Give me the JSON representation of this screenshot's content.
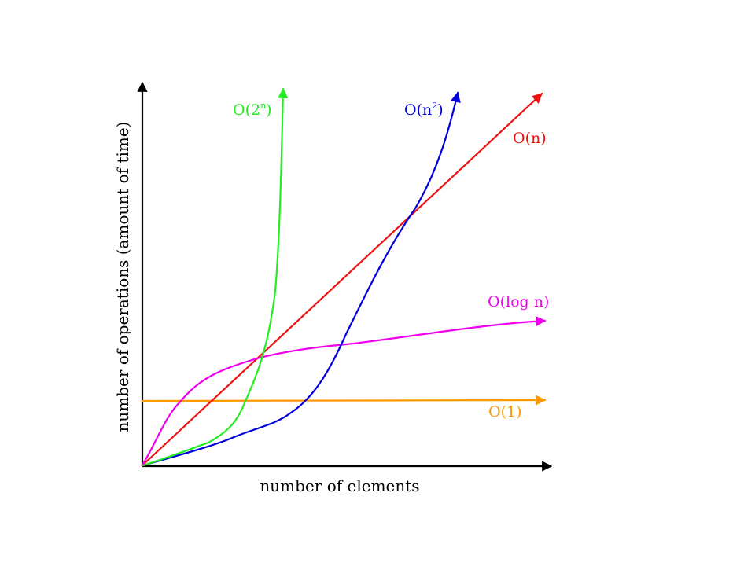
{
  "diagram": {
    "x_axis_label": "number of elements",
    "y_axis_label": "number of operations (amount of time)",
    "curves": [
      {
        "id": "exp",
        "base": "O(2",
        "sup": "n",
        "close": ")",
        "color": "#22ee22"
      },
      {
        "id": "quad",
        "base": "O(n",
        "sup": "2",
        "close": ")",
        "color": "#0000dd"
      },
      {
        "id": "linear",
        "label": "O(n)",
        "color": "#ee1111"
      },
      {
        "id": "log",
        "label": "O(log n)",
        "color": "#ee00ee"
      },
      {
        "id": "const",
        "label": "O(1)",
        "color": "#ff9900"
      }
    ]
  }
}
